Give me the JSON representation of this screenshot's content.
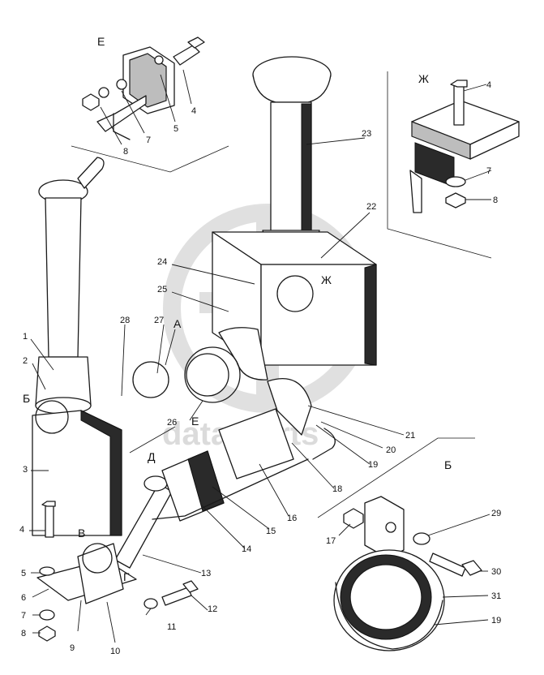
{
  "figure": {
    "callouts": {
      "c1": "1",
      "c2": "2",
      "c3": "3",
      "c4": "4",
      "c5": "5",
      "c6": "6",
      "c7": "7",
      "c8": "8",
      "c9": "9",
      "c10": "10",
      "c11": "11",
      "c12": "12",
      "c13": "13",
      "c14": "14",
      "c15": "15",
      "c16": "16",
      "c17": "17",
      "c18": "18",
      "c19": "19",
      "c20": "20",
      "c21": "21",
      "c22": "22",
      "c23": "23",
      "c24": "24",
      "c25": "25",
      "c26": "26",
      "c27": "27",
      "c28": "28",
      "c29": "29",
      "c30": "30",
      "c31": "31"
    },
    "insets": {
      "e": {
        "title": "Е",
        "c4": "4",
        "c5": "5",
        "c7": "7",
        "c8": "8"
      },
      "zh": {
        "title": "Ж",
        "c4": "4",
        "c7": "7",
        "c8": "8"
      },
      "b": {
        "title": "Б",
        "c17": "17",
        "c29": "29",
        "c30": "30",
        "c31": "31",
        "c19": "19"
      }
    },
    "view_marks": {
      "a": "А",
      "b": "Б",
      "v": "В",
      "g": "Г",
      "d": "Д",
      "e": "Е",
      "zh": "Ж"
    },
    "watermark": "data-parts"
  }
}
